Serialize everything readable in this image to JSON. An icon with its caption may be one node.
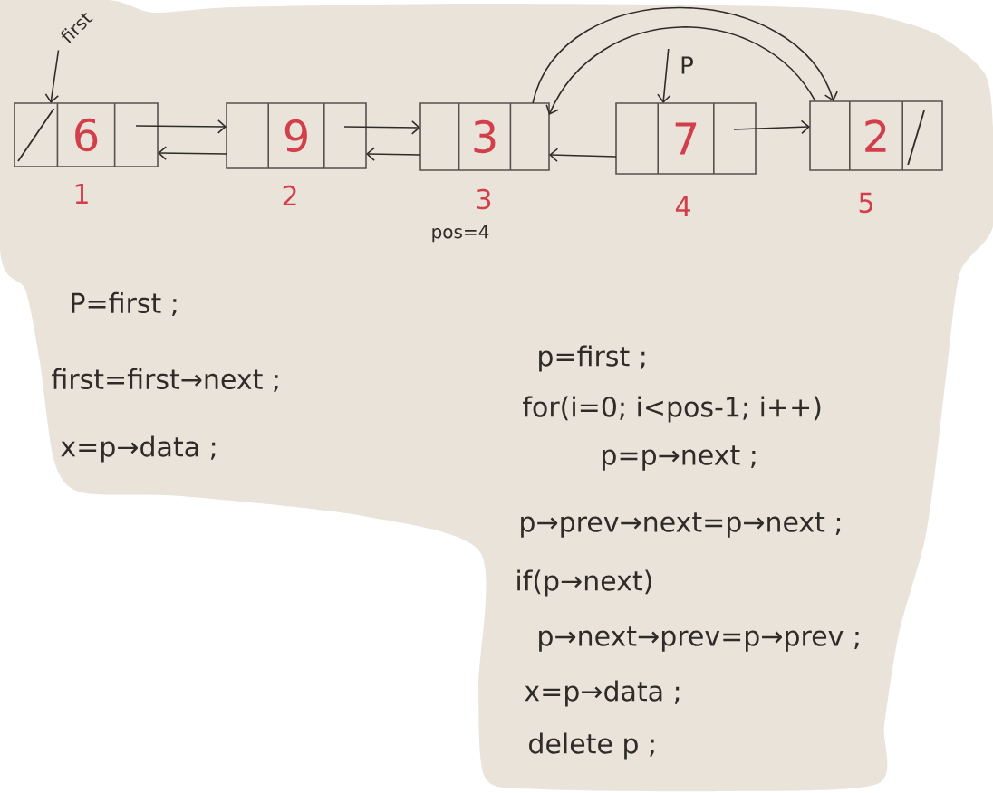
{
  "diagram": {
    "nodes": [
      {
        "text": [
          "first"
        ]
      },
      {
        "text": [
          "P"
        ]
      },
      {
        "text": [
          "6"
        ],
        "beside": [
          "1"
        ]
      },
      {
        "text": [
          "9"
        ],
        "beside": [
          "2"
        ]
      },
      {
        "text": [
          "3"
        ],
        "beside": [
          "3"
        ]
      },
      {
        "text": [
          "7"
        ],
        "beside": [
          "4"
        ]
      },
      {
        "text": [
          "2"
        ],
        "beside": [
          "5"
        ]
      }
    ],
    "edges": [
      {
        "from": 0,
        "to": 2,
        "arrow": "to"
      },
      {
        "from": 1,
        "to": 5,
        "arrow": "to"
      },
      {
        "from": 2,
        "to": 3,
        "arrow": "to"
      },
      {
        "from": 3,
        "to": 2,
        "arrow": "to"
      },
      {
        "from": 3,
        "to": 4,
        "arrow": "to"
      },
      {
        "from": 4,
        "to": 3,
        "arrow": "to"
      },
      {
        "from": 5,
        "to": 4,
        "arrow": "to"
      },
      {
        "from": 5,
        "to": 6,
        "arrow": "to"
      },
      {
        "from": 4,
        "to": 6,
        "arrow": "to"
      },
      {
        "from": 6,
        "to": 4,
        "arrow": "to"
      }
    ],
    "labels": [
      "pos=4",
      "P=first ;",
      "first=first→next ;",
      "x=p→data ;",
      "p=first ;",
      "for(i=0; i<pos-1; i++)",
      "p=p→next ;",
      "p→prev→next=p→next ;",
      "if(p→next)",
      "p→next→prev=p→prev ;",
      "x=p→data ;",
      "delete p ;"
    ]
  }
}
